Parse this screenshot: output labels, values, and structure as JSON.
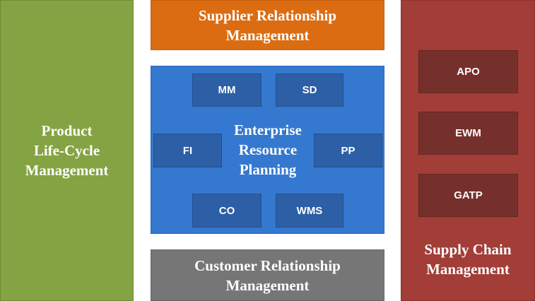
{
  "diagram": {
    "product_lifecycle": {
      "label": "Product\nLife-Cycle\nManagement",
      "color": "#84a342"
    },
    "supplier_relationship": {
      "label": "Supplier Relationship\nManagement",
      "color": "#dc6c12"
    },
    "customer_relationship": {
      "label": "Customer Relationship\nManagement",
      "color": "#767676"
    },
    "erp": {
      "label": "Enterprise\nResource\nPlanning",
      "color": "#3478d0",
      "module_color": "#2c5fa6",
      "modules": [
        "MM",
        "SD",
        "FI",
        "PP",
        "CO",
        "WMS"
      ]
    },
    "supply_chain": {
      "label": "Supply Chain\nManagement",
      "color": "#a23d37",
      "item_color": "#76302b",
      "items": [
        "APO",
        "EWM",
        "GATP"
      ]
    }
  }
}
